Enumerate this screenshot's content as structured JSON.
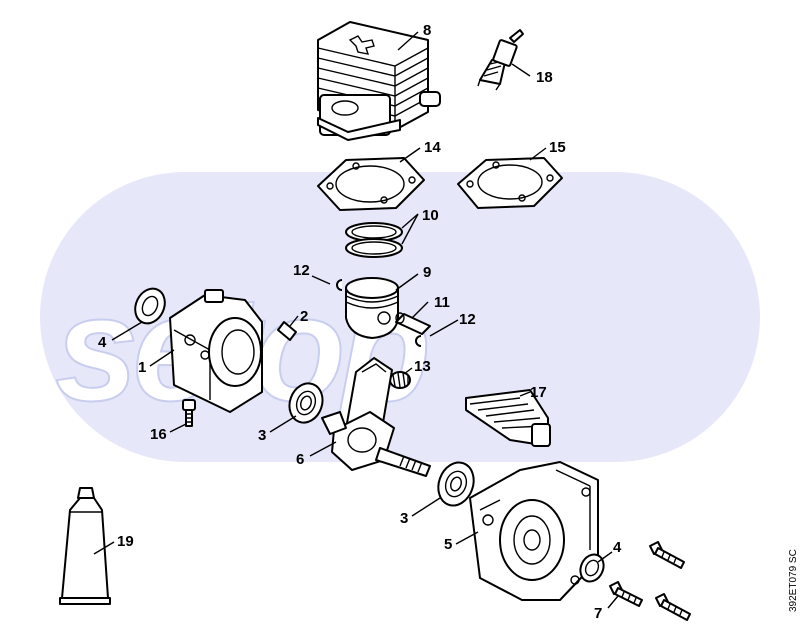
{
  "labels": {
    "l1": "1",
    "l2": "2",
    "l3a": "3",
    "l3b": "3",
    "l4a": "4",
    "l4b": "4",
    "l5": "5",
    "l6": "6",
    "l7": "7",
    "l8": "8",
    "l9": "9",
    "l10": "10",
    "l11": "11",
    "l12a": "12",
    "l12b": "12",
    "l13": "13",
    "l14": "14",
    "l15": "15",
    "l16": "16",
    "l17": "17",
    "l18": "18",
    "l19": "19"
  },
  "watermark": "setop",
  "drawing_code": "392ET079 SC",
  "colors": {
    "watermark_band": "#e6e8fa",
    "line": "#000000"
  }
}
